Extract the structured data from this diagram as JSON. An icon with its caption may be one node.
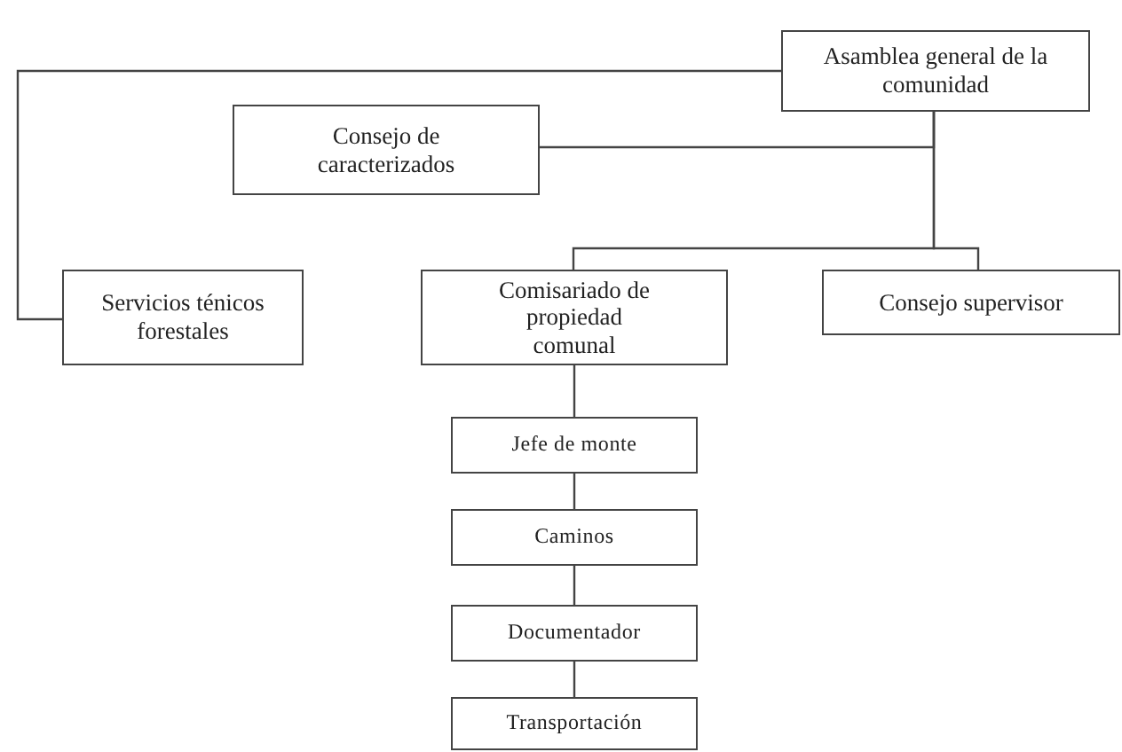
{
  "diagram": {
    "nodes": [
      {
        "text": [
          "Asamblea general de la comunidad"
        ]
      },
      {
        "text": [
          "Consejo de caracterizados"
        ]
      },
      {
        "text": [
          "Servicios ténicos forestales"
        ]
      },
      {
        "text": [
          "Comisariado de propiedad comunal"
        ]
      },
      {
        "text": [
          "Consejo supervisor"
        ]
      },
      {
        "text": [
          "Jefe de monte"
        ]
      },
      {
        "text": [
          "Caminos"
        ]
      },
      {
        "text": [
          "Documentador"
        ]
      },
      {
        "text": [
          "Transportación"
        ]
      }
    ],
    "edges": [
      {
        "from": 0,
        "to": 2,
        "arrow": "none"
      },
      {
        "from": 0,
        "to": 1,
        "arrow": "none"
      },
      {
        "from": 0,
        "to": 3,
        "arrow": "none"
      },
      {
        "from": 0,
        "to": 4,
        "arrow": "none"
      },
      {
        "from": 3,
        "to": 5,
        "arrow": "none"
      },
      {
        "from": 5,
        "to": 6,
        "arrow": "none"
      },
      {
        "from": 6,
        "to": 7,
        "arrow": "none"
      },
      {
        "from": 7,
        "to": 8,
        "arrow": "none"
      }
    ]
  }
}
